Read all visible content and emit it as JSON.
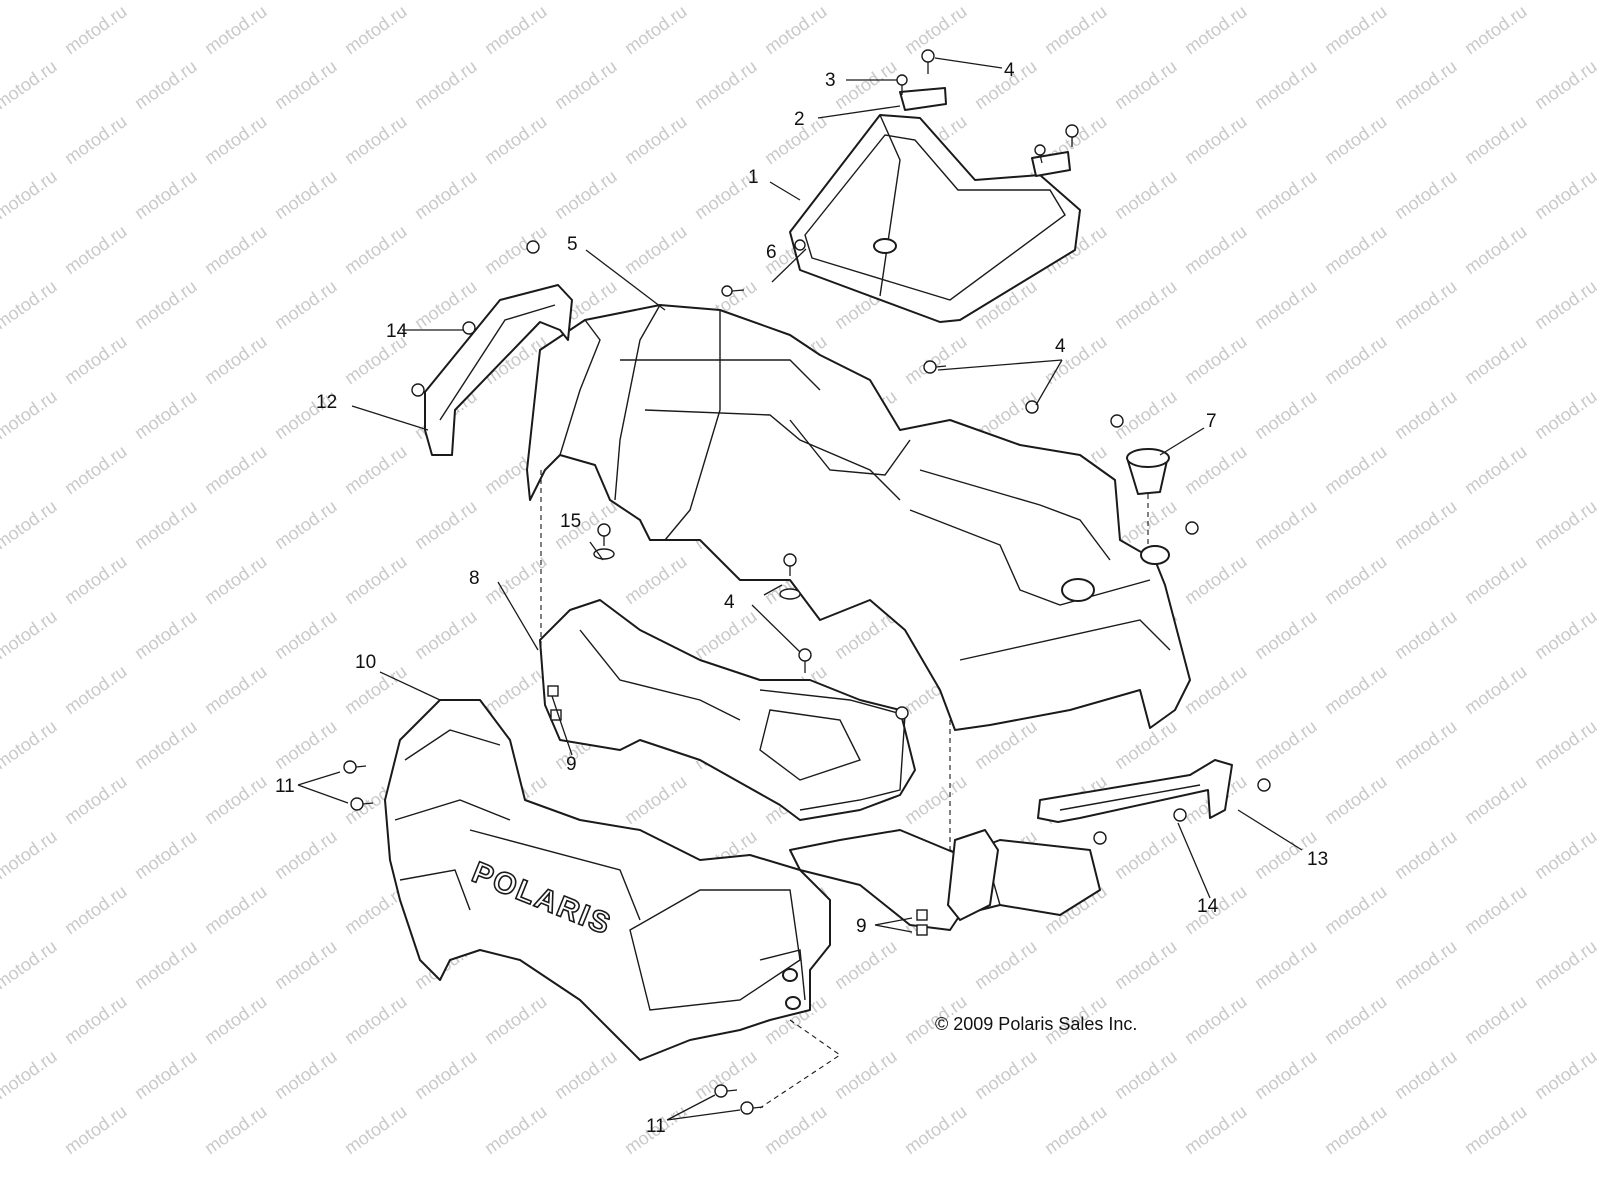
{
  "diagram": {
    "copyright": "© 2009 Polaris Sales Inc.",
    "brand_mark": "POLARIS",
    "watermark_text": "motod.ru",
    "callouts": [
      {
        "id": "c1",
        "label": "1"
      },
      {
        "id": "c2",
        "label": "2"
      },
      {
        "id": "c3",
        "label": "3"
      },
      {
        "id": "c4a",
        "label": "4"
      },
      {
        "id": "c4b",
        "label": "4"
      },
      {
        "id": "c4c",
        "label": "4"
      },
      {
        "id": "c5",
        "label": "5"
      },
      {
        "id": "c6",
        "label": "6"
      },
      {
        "id": "c7",
        "label": "7"
      },
      {
        "id": "c8",
        "label": "8"
      },
      {
        "id": "c9a",
        "label": "9"
      },
      {
        "id": "c9b",
        "label": "9"
      },
      {
        "id": "c10",
        "label": "10"
      },
      {
        "id": "c11a",
        "label": "11"
      },
      {
        "id": "c11b",
        "label": "11"
      },
      {
        "id": "c12",
        "label": "12"
      },
      {
        "id": "c13",
        "label": "13"
      },
      {
        "id": "c14a",
        "label": "14"
      },
      {
        "id": "c14b",
        "label": "14"
      },
      {
        "id": "c15",
        "label": "15"
      }
    ]
  }
}
